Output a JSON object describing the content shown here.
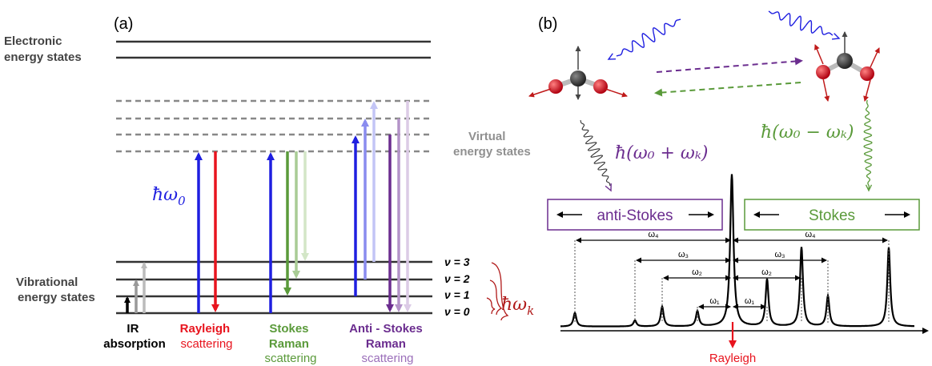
{
  "panel_a": {
    "label": "(a)",
    "electronic_label": [
      "Electronic",
      "energy states"
    ],
    "virtual_label": [
      "Virtual",
      "energy states"
    ],
    "vibrational_label": [
      "Vibrational",
      "energy states"
    ],
    "hbar_omega0": "ħω",
    "hbar_omega0_sub": "0",
    "hbar_omegak": "ħω",
    "hbar_omegak_sub": "k",
    "levels": [
      {
        "v": "ν = 3"
      },
      {
        "v": "ν = 2"
      },
      {
        "v": "ν = 1"
      },
      {
        "v": "ν = 0"
      }
    ],
    "processes": {
      "ir": [
        "IR",
        "absorption"
      ],
      "rayleigh": [
        "Rayleigh",
        "scattering"
      ],
      "stokes": [
        "Stokes",
        "Raman",
        "scattering"
      ],
      "antistokes": [
        "Anti - Stokes",
        "Raman",
        "scattering"
      ]
    },
    "colors": {
      "blue": "#1f1fe0",
      "red": "#e8141e",
      "green": "#5a9a3a",
      "purple": "#6b2d8f",
      "dark_red": "#b01919",
      "gray": "#8a8a8a"
    }
  },
  "panel_b": {
    "label": "(b)",
    "antistokes_box": "anti-Stokes",
    "stokes_box": "Stokes",
    "antistokes_formula": "ħ(ω₀ + ωₖ)",
    "stokes_formula": "ħ(ω₀ − ωₖ)",
    "rayleigh": "Rayleigh",
    "omega_labels": [
      "ω₄",
      "ω₃",
      "ω₂",
      "ω₁",
      "ω₁",
      "ω₂",
      "ω₃",
      "ω₄"
    ]
  }
}
